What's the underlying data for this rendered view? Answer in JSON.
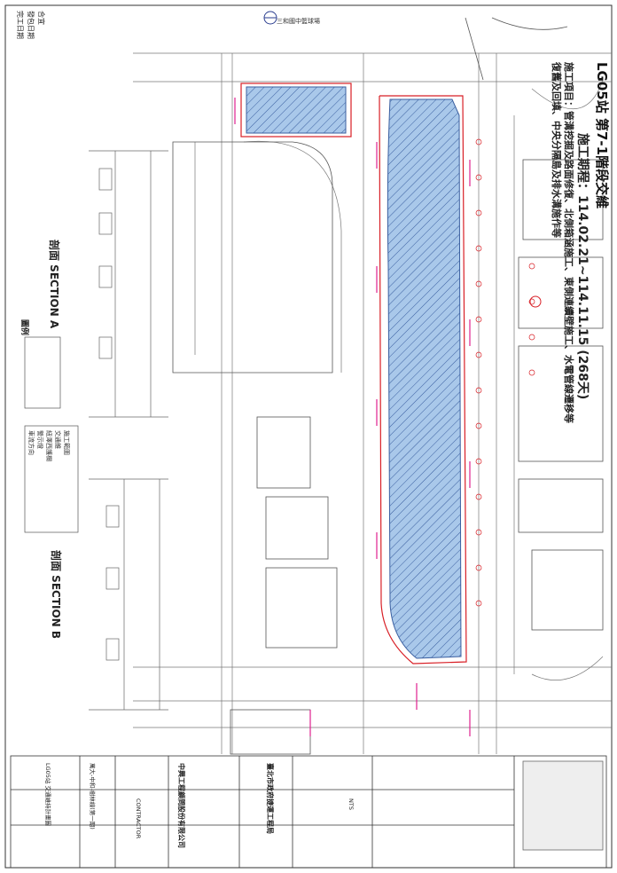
{
  "header": {
    "title_main": "LG05站 第7-1階段交維",
    "period": "施工期程：114.02.21~114.11.15 (268天)",
    "line1": "施工項目：管溝挖掘及路面修復、北側箱涵施工、東側連續壁施工、水電管線遷移等",
    "line2": "復舊及回填、中央分隔島及排水溝施作等",
    "info": [
      "合宜",
      "發包日期",
      "完工日期"
    ]
  },
  "north_label": "三和國中籃球場",
  "sections": {
    "a_label": "剖面 SECTION A",
    "b_label": "剖面 SECTION B"
  },
  "legend": {
    "title": "圖例",
    "items": [
      "施工範圍",
      "交通錐",
      "紐澤西護欄",
      "警示燈",
      "車流方向"
    ]
  },
  "titleblock": {
    "company": "中興工程顧問股份有限公司",
    "agency": "臺北市政府捷運工程局",
    "project": "萬大-中和-樹林線(第一期)",
    "drawing": "LG05站 交通維持計畫圖",
    "contractor": "CONTRACTOR",
    "scale": "NTS"
  },
  "colors": {
    "work_fill": "#a9c8ea",
    "hatch": "#3a5fa0",
    "boundary": "#d81f26",
    "arrow": "#e0208f",
    "line": "#555555"
  }
}
